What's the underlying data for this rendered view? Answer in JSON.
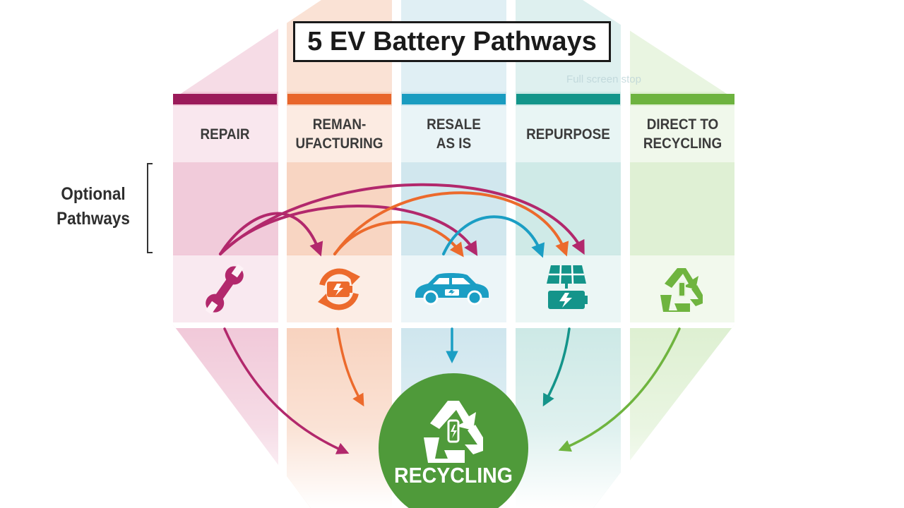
{
  "title": "5 EV Battery Pathways",
  "ghost_text": "Full screen stop",
  "side_label": [
    "Optional",
    "Pathways"
  ],
  "pathways": [
    {
      "label": [
        "REPAIR"
      ],
      "color": "#9b1b5a",
      "icon": "wrench-icon"
    },
    {
      "label": [
        "REMAN-",
        "UFACTURING"
      ],
      "color": "#e8662b",
      "icon": "remanufacturing-icon"
    },
    {
      "label": [
        "RESALE",
        "AS IS"
      ],
      "color": "#1a9cc0",
      "icon": "car-icon"
    },
    {
      "label": [
        "REPURPOSE"
      ],
      "color": "#13958a",
      "icon": "solar-battery-icon"
    },
    {
      "label": [
        "DIRECT TO",
        "RECYCLING"
      ],
      "color": "#6db33f",
      "icon": "recycle-icon"
    }
  ],
  "destination": {
    "label": "RECYCLING",
    "color": "#4f9a3a",
    "icon": "recycle-icon"
  },
  "colors": {
    "magenta": "#b2286c",
    "orange": "#ec6a2c",
    "blue": "#1b9ec4",
    "teal": "#14948a",
    "green": "#6fb43f",
    "dark_green": "#4f9a3a"
  }
}
